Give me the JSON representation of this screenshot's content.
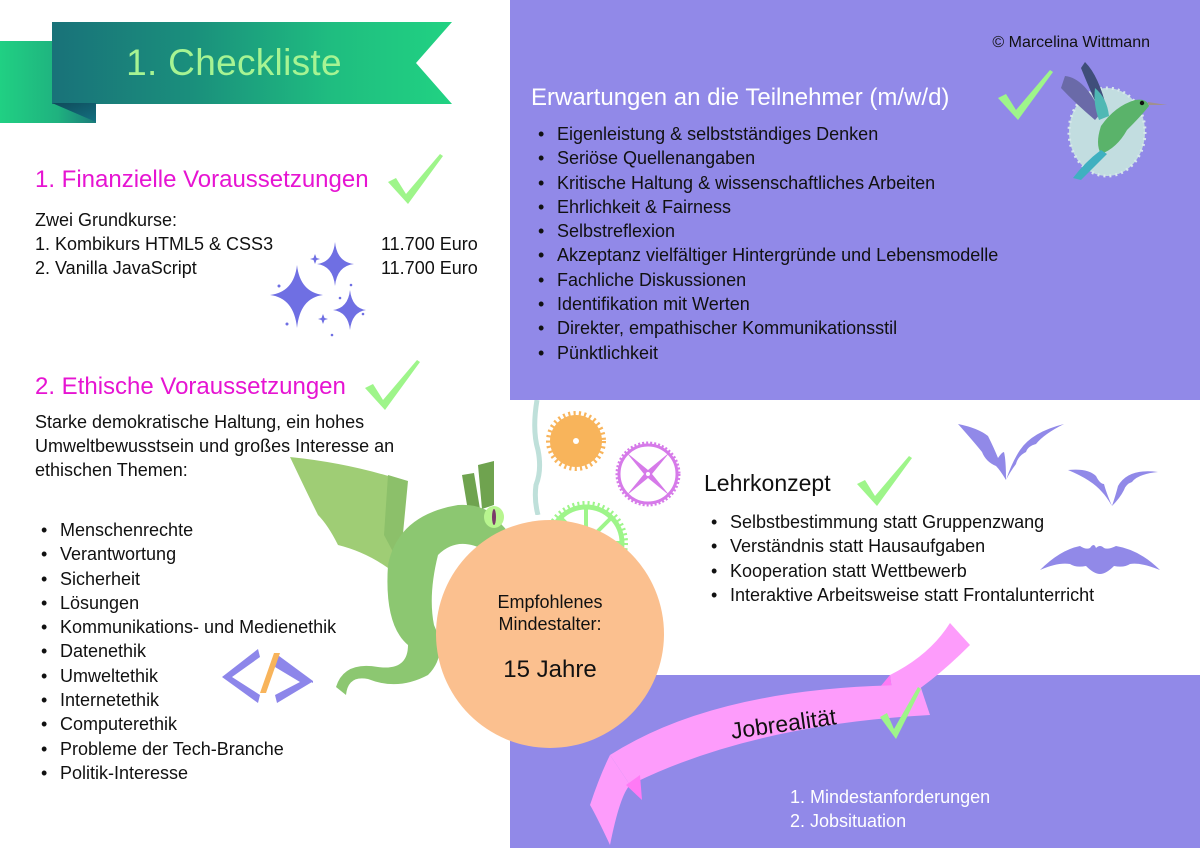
{
  "banner": {
    "title": "1. Checkliste"
  },
  "copyright": "© Marcelina Wittmann",
  "financial": {
    "heading": "1. Finanzielle Voraussetzungen",
    "intro": "Zwei Grundkurse:",
    "courses": [
      {
        "name": "1. Kombikurs HTML5 & CSS3",
        "price": "11.700 Euro"
      },
      {
        "name": "2. Vanilla JavaScript",
        "price": "11.700 Euro"
      }
    ]
  },
  "ethics": {
    "heading": "2. Ethische Voraussetzungen",
    "intro_lines": [
      "Starke demokratische Haltung, ein hohes",
      "Umweltbewusstsein und großes Interesse an",
      "ethischen Themen:"
    ],
    "items": [
      "Menschenrechte",
      "Verantwortung",
      "Sicherheit",
      "Lösungen",
      "Kommunikations- und Medienethik",
      "Datenethik",
      "Umweltethik",
      "Internetethik",
      "Computerethik",
      "Probleme der Tech-Branche",
      "Politik-Interesse"
    ]
  },
  "expectations": {
    "heading": "Erwartungen an die Teilnehmer (m/w/d)",
    "items": [
      "Eigenleistung & selbstständiges Denken",
      "Seriöse Quellenangaben",
      "Kritische Haltung & wissenschaftliches Arbeiten",
      "Ehrlichkeit & Fairness",
      "Selbstreflexion",
      "Akzeptanz vielfältiger Hintergründe und Lebensmodelle",
      "Fachliche Diskussionen",
      "Identifikation mit Werten",
      "Direkter, empathischer Kommunikationsstil",
      "Pünktlichkeit"
    ]
  },
  "age": {
    "label_line1": "Empfohlenes",
    "label_line2": "Mindestalter:",
    "value": "15 Jahre"
  },
  "teaching": {
    "heading": "Lehrkonzept",
    "items": [
      "Selbstbestimmung statt Gruppenzwang",
      "Verständnis statt Hausaufgaben",
      "Kooperation statt Wettbewerb",
      "Interaktive Arbeitsweise statt Frontalunterricht"
    ]
  },
  "job": {
    "heading": "Jobrealität",
    "items": [
      "1. Mindestanforderungen",
      "2. Jobsituation"
    ]
  },
  "colors": {
    "purple_panel": "#9189e8",
    "heading_pink": "#e614d2",
    "check_green": "#9ef58a",
    "circle_peach": "#fbc08f",
    "ribbon_pink": "#fd9cfb",
    "banner_green": "#21d282",
    "banner_teal": "#197279"
  },
  "icons": [
    "checkmark-icon",
    "sparkles-icon",
    "hummingbird-icon",
    "dragon-illustration",
    "gear-icon",
    "bat-icon",
    "code-brackets-icon",
    "ribbon-banner"
  ]
}
